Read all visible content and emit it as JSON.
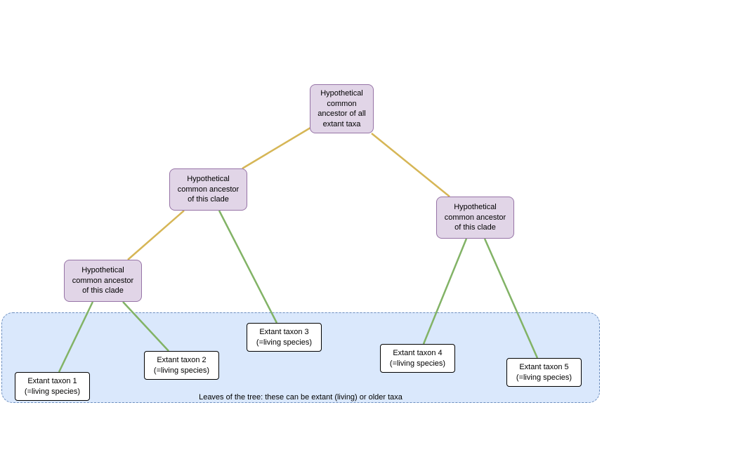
{
  "colors": {
    "ancestor_fill": "#e1d5e7",
    "ancestor_stroke": "#9673a6",
    "ancestor_edge": "#d6b656",
    "leaf_edge": "#82b366",
    "leaves_region_fill": "#dae8fc",
    "leaves_region_stroke": "#6c8ebf"
  },
  "nodes": {
    "root": {
      "label": "Hypothetical\ncommon\nancestor of all\nextant taxa"
    },
    "clade_a": {
      "label": "Hypothetical\ncommon ancestor\nof this clade"
    },
    "clade_b": {
      "label": "Hypothetical\ncommon ancestor\nof this clade"
    },
    "clade_c": {
      "label": "Hypothetical\ncommon ancestor\nof this clade"
    },
    "taxon1": {
      "label": "Extant taxon 1\n(=living species)"
    },
    "taxon2": {
      "label": "Extant taxon 2\n(=living species)"
    },
    "taxon3": {
      "label": "Extant taxon 3\n(=living species)"
    },
    "taxon4": {
      "label": "Extant taxon 4\n(=living species)"
    },
    "taxon5": {
      "label": "Extant taxon 5\n(=living species)"
    }
  },
  "leaves_region": {
    "caption": "Leaves of the tree: these can be extant (living) or older taxa"
  },
  "edges": [
    {
      "from": "root",
      "to": "clade_a",
      "kind": "ancestor"
    },
    {
      "from": "root",
      "to": "clade_c",
      "kind": "ancestor"
    },
    {
      "from": "clade_a",
      "to": "clade_b",
      "kind": "ancestor"
    },
    {
      "from": "clade_a",
      "to": "taxon3",
      "kind": "leaf"
    },
    {
      "from": "clade_b",
      "to": "taxon1",
      "kind": "leaf"
    },
    {
      "from": "clade_b",
      "to": "taxon2",
      "kind": "leaf"
    },
    {
      "from": "clade_c",
      "to": "taxon4",
      "kind": "leaf"
    },
    {
      "from": "clade_c",
      "to": "taxon5",
      "kind": "leaf"
    }
  ]
}
